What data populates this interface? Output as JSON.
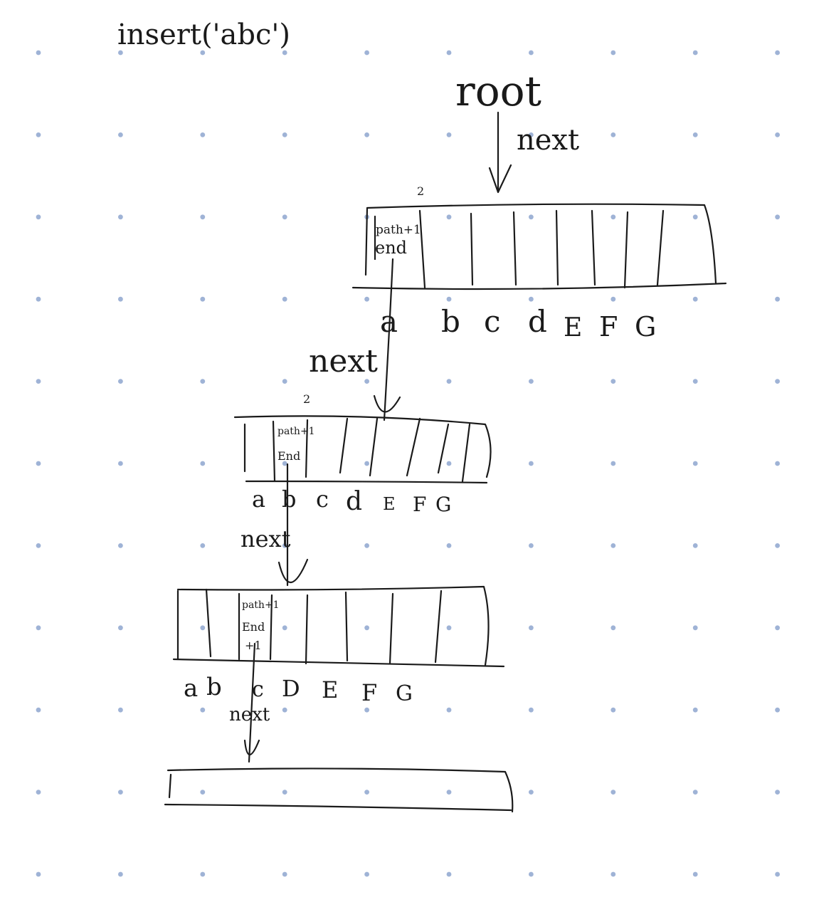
{
  "title": "insert('abc')",
  "root_label": "root",
  "nodes": [
    {
      "pointer_label": "next",
      "counter": "2",
      "cell_text": [
        "path+1",
        "end"
      ],
      "letters": [
        "a",
        "b",
        "c",
        "d",
        "E",
        "F",
        "G"
      ]
    },
    {
      "pointer_label": "next",
      "counter": "2",
      "cell_text": [
        "path+1",
        "End"
      ],
      "letters": [
        "a",
        "b",
        "c",
        "d",
        "E",
        "F",
        "G"
      ]
    },
    {
      "pointer_label": "next",
      "cell_text": [
        "path+1",
        "End",
        "+1"
      ],
      "letters": [
        "a",
        "b",
        "c",
        "D",
        "E",
        "F",
        "G"
      ]
    },
    {
      "pointer_label": "next",
      "letters": []
    }
  ],
  "colors": {
    "ink": "#1a1a1a",
    "grid_dot": "#9fb3d6",
    "background": "#ffffff"
  }
}
